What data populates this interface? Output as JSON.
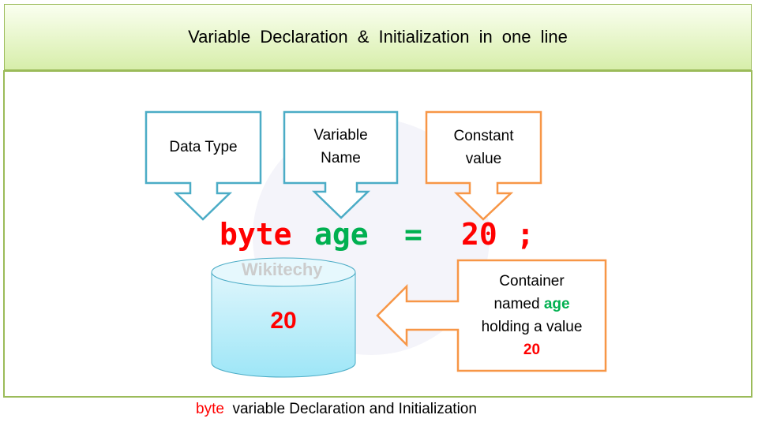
{
  "title": "Variable  Declaration  &  Initialization  in  one  line",
  "callouts": {
    "data_type": "Data Type",
    "variable_name": [
      "Variable",
      "Name"
    ],
    "constant_value": [
      "Constant",
      "value"
    ]
  },
  "code": {
    "type": "byte",
    "name": "age",
    "equals": "=",
    "value": "20",
    "semicolon": ";"
  },
  "container_value": "20",
  "container_note": {
    "line1": "Container",
    "line2_prefix": "named ",
    "line2_name": "age",
    "line3": "holding a value",
    "line4": "20"
  },
  "watermark": "Wikitechy",
  "caption": {
    "keyword": "byte",
    "text": "variable Declaration and Initialization"
  },
  "colors": {
    "header_border": "#9bbb59",
    "blue_outline": "#4bacc6",
    "orange_outline": "#f79646",
    "red": "#ff0000",
    "green": "#00b050"
  }
}
